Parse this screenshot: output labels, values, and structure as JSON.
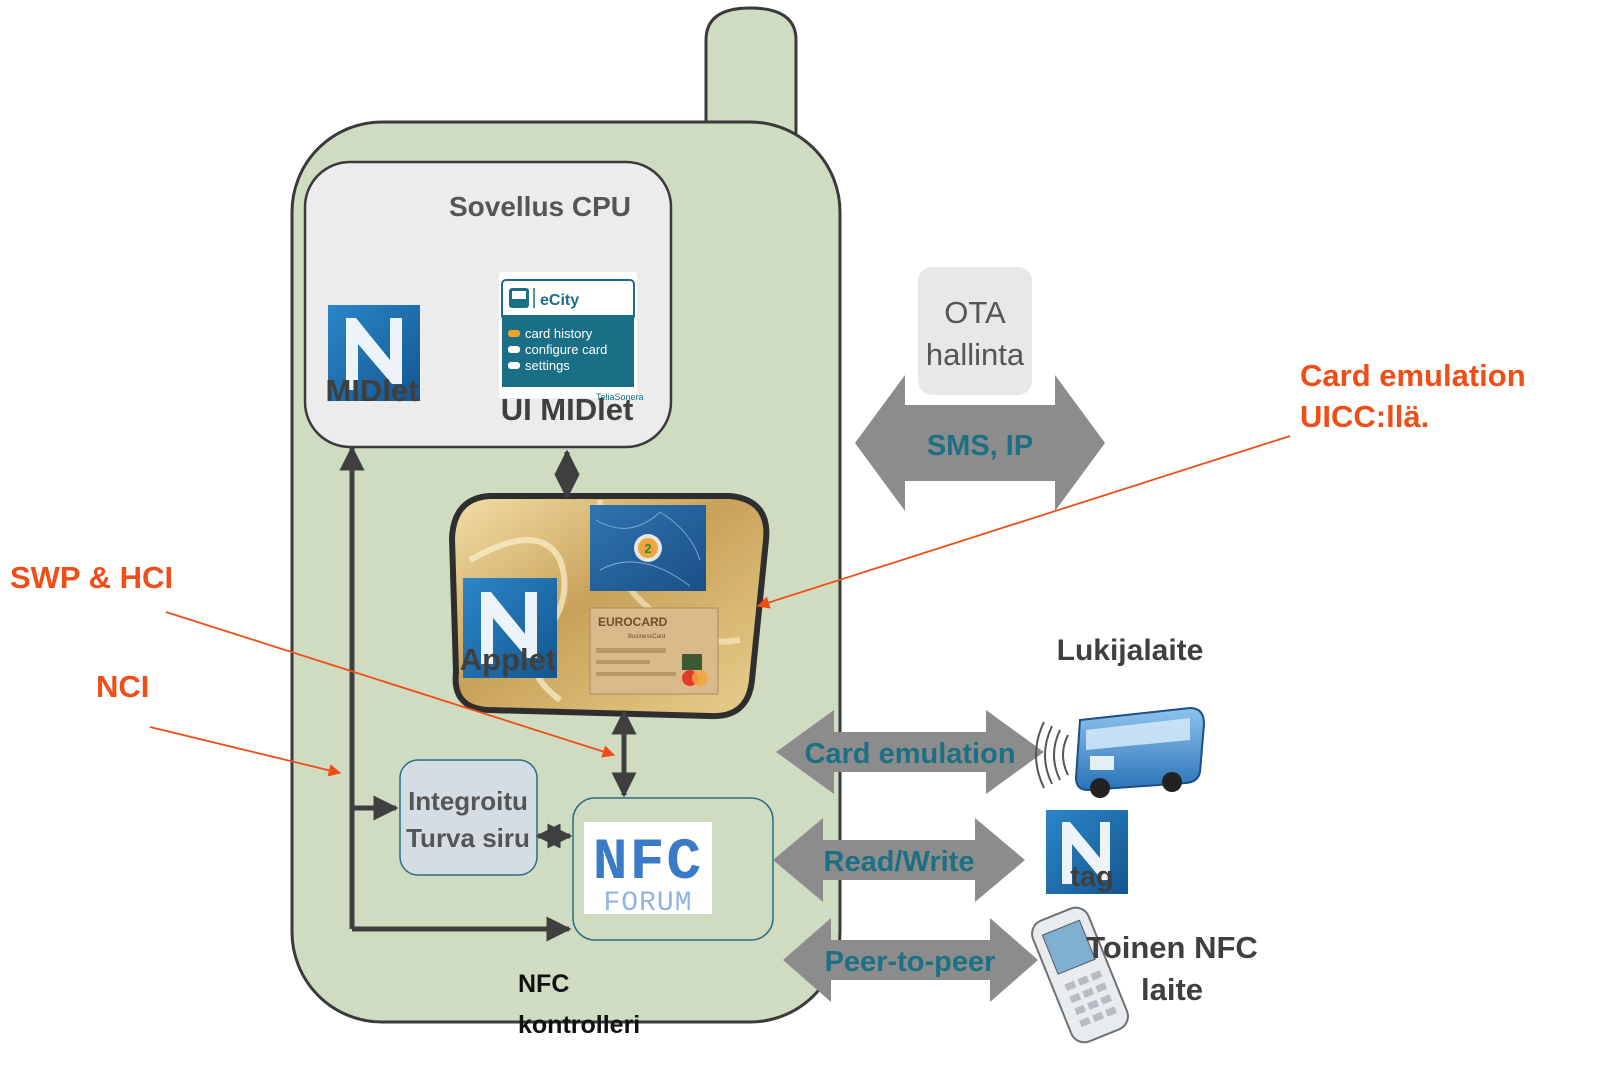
{
  "colors": {
    "phone_fill": "#cfdcc1",
    "cpu_fill": "#ececec",
    "arrow_gray": "#8c8c8c",
    "teal_text": "#1d7084",
    "orange": "#f04e17",
    "dark": "#3f3f3f",
    "nfc_blue": "#1f6fb0"
  },
  "labels": {
    "cpu_title": "Sovellus CPU",
    "midlet": "MIDlet",
    "ui_midlet": "UI MIDlet",
    "applet": "Applet",
    "secure_line1": "Integroitu",
    "secure_line2": "Turva siru",
    "controller_line1": "NFC",
    "controller_line2": "kontrolleri",
    "ota_line1": "OTA",
    "ota_line2": "hallinta",
    "sms_ip": "SMS, IP",
    "card_emulation_note_line1": "Card emulation",
    "card_emulation_note_line2": "UICC:llä.",
    "swp_hci": "SWP & HCI",
    "nci": "NCI",
    "reader_device": "Lukijalaite",
    "card_emulation": "Card emulation",
    "read_write": "Read/Write",
    "peer_to_peer": "Peer-to-peer",
    "tag": "tag",
    "other_nfc_line1": "Toinen NFC",
    "other_nfc_line2": "laite"
  },
  "ecity": {
    "title": "eCity",
    "items": [
      "card history",
      "configure card",
      "settings"
    ],
    "footer": "TeliaSonera"
  },
  "eurocard": {
    "brand": "EUROCARD",
    "sub": "BusinessCard"
  },
  "nfc_forum_logo": {
    "top": "NFC",
    "bottom": "FORUM"
  }
}
